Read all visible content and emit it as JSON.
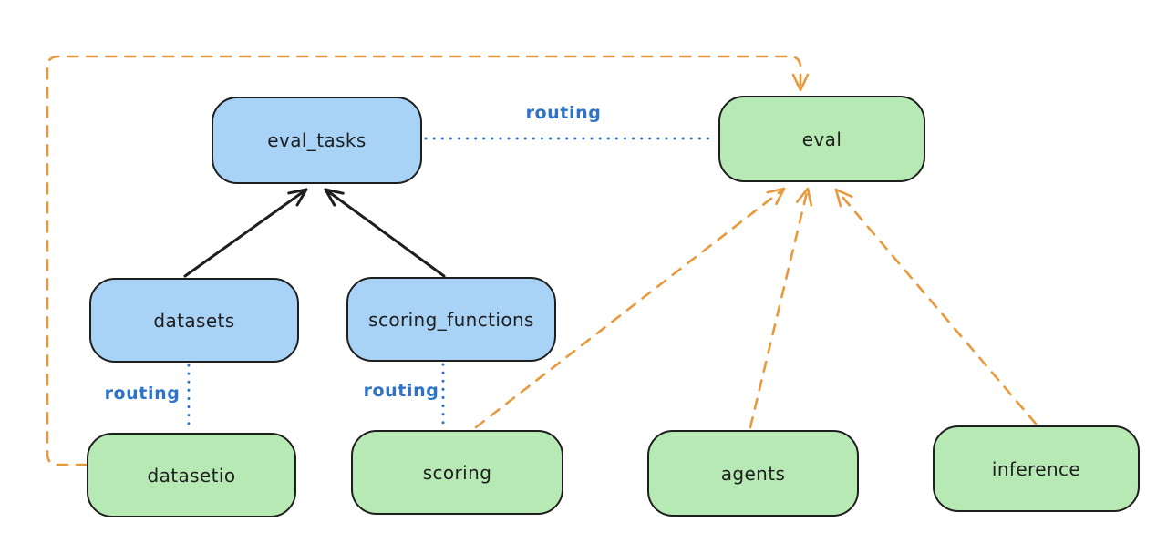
{
  "diagram": {
    "nodes": [
      {
        "id": "eval_tasks",
        "label": "eval_tasks",
        "fill": "blue"
      },
      {
        "id": "eval",
        "label": "eval",
        "fill": "green"
      },
      {
        "id": "datasets",
        "label": "datasets",
        "fill": "blue"
      },
      {
        "id": "scoring_functions",
        "label": "scoring_functions",
        "fill": "blue"
      },
      {
        "id": "datasetio",
        "label": "datasetio",
        "fill": "green"
      },
      {
        "id": "scoring",
        "label": "scoring",
        "fill": "green"
      },
      {
        "id": "agents",
        "label": "agents",
        "fill": "green"
      },
      {
        "id": "inference",
        "label": "inference",
        "fill": "green"
      }
    ],
    "edges": [
      {
        "from": "datasets",
        "to": "eval_tasks",
        "style": "solid",
        "color": "black"
      },
      {
        "from": "scoring_functions",
        "to": "eval_tasks",
        "style": "solid",
        "color": "black"
      },
      {
        "from": "eval_tasks",
        "to": "eval",
        "style": "dotted",
        "color": "blue",
        "label": "routing"
      },
      {
        "from": "datasets",
        "to": "datasetio",
        "style": "dotted",
        "color": "blue",
        "label": "routing"
      },
      {
        "from": "scoring_functions",
        "to": "scoring",
        "style": "dotted",
        "color": "blue",
        "label": "routing"
      },
      {
        "from": "datasetio",
        "to": "eval",
        "style": "dashed",
        "color": "orange"
      },
      {
        "from": "scoring",
        "to": "eval",
        "style": "dashed",
        "color": "orange"
      },
      {
        "from": "agents",
        "to": "eval",
        "style": "dashed",
        "color": "orange"
      },
      {
        "from": "inference",
        "to": "eval",
        "style": "dashed",
        "color": "orange"
      }
    ]
  },
  "colors": {
    "node-blue": "#a8d3f6",
    "node-green": "#b7e9b4",
    "stroke-black": "#1e1e1e",
    "edge-orange": "#e8993b",
    "edge-blue": "#2f73c9",
    "background": "#ffffff"
  }
}
